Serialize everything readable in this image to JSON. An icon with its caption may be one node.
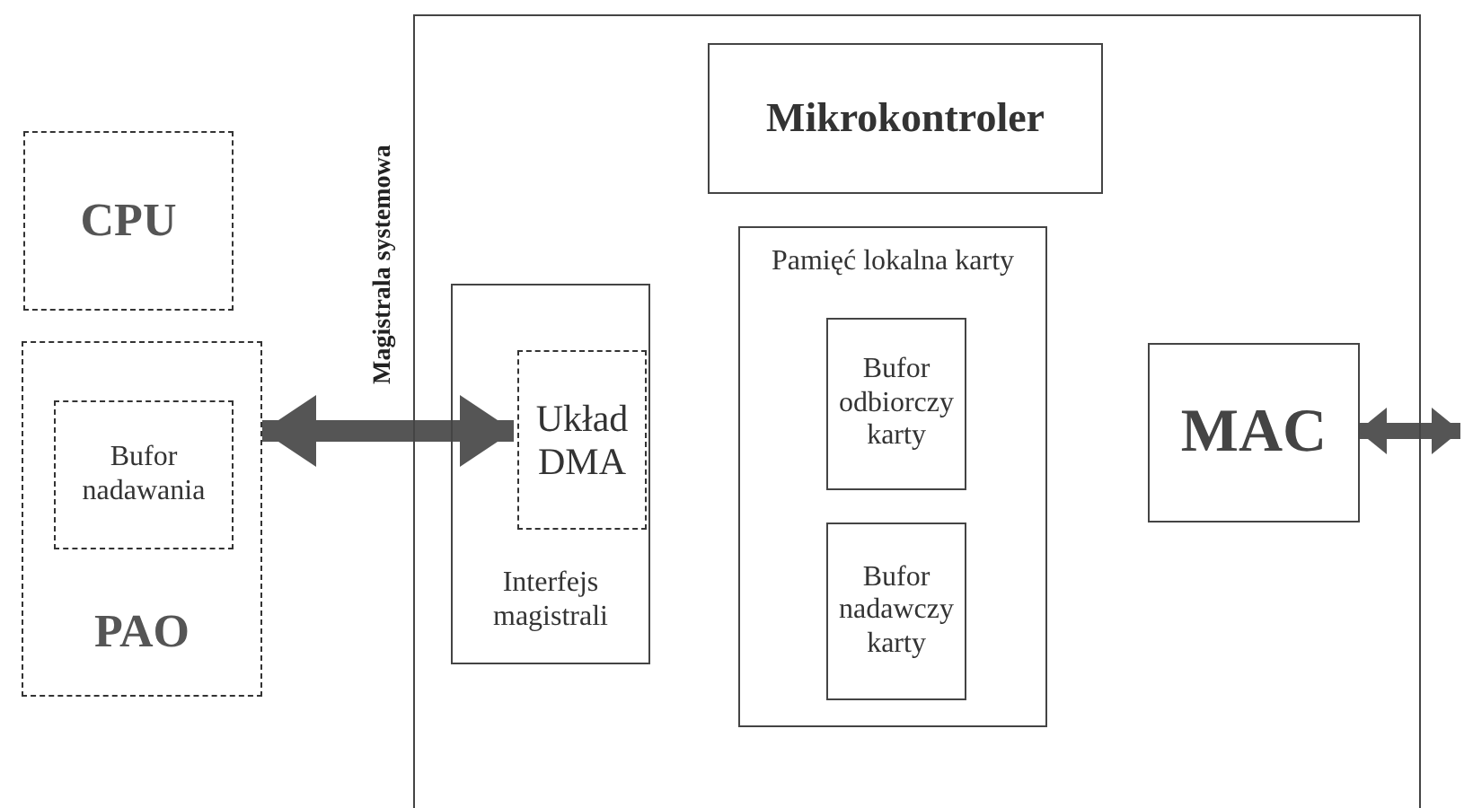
{
  "diagram": {
    "nodes": [
      {
        "text": [
          "CPU"
        ]
      },
      {
        "text": [
          "PAO"
        ]
      },
      {
        "text": [
          "Bufor nadawania"
        ],
        "in": 1
      },
      {
        "text": [],
        "shape": "box"
      },
      {
        "text": [
          "Mikrokontroler"
        ],
        "in": 3
      },
      {
        "text": [
          "Interfejs magistrali"
        ],
        "in": 3
      },
      {
        "text": [
          "Układ DMA"
        ],
        "in": 5
      },
      {
        "text": [
          "Pamięć lokalna karty"
        ],
        "in": 3
      },
      {
        "text": [
          "Bufor odbiorczy karty"
        ],
        "in": 7
      },
      {
        "text": [
          "Bufor nadawczy karty"
        ],
        "in": 7
      },
      {
        "text": [
          "MAC"
        ],
        "in": 3
      }
    ],
    "edges": [
      {
        "from": 1,
        "to": 6,
        "arrow": "both",
        "label": "Magistrala systemowa"
      },
      {
        "from": 10,
        "to": null,
        "arrow": "both"
      }
    ]
  }
}
